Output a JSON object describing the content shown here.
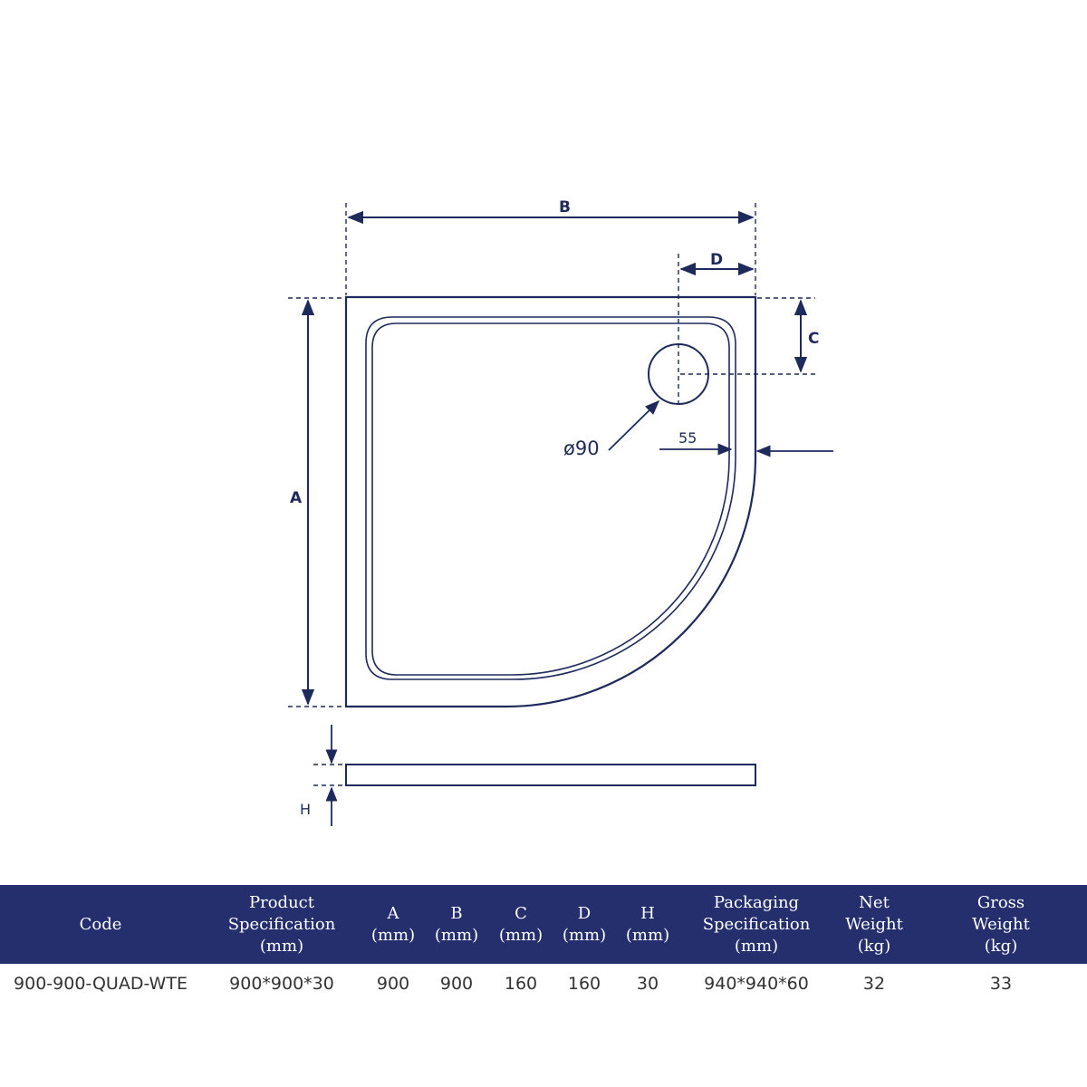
{
  "drawing": {
    "labels": {
      "b": "B",
      "d": "D",
      "c": "C",
      "a": "A",
      "h": "H",
      "waste_diameter": "ø90",
      "offset": "55"
    }
  },
  "table": {
    "headers": [
      [
        "Code"
      ],
      [
        "Product",
        "Specification",
        "(mm)"
      ],
      [
        "A",
        "(mm)"
      ],
      [
        "B",
        "(mm)"
      ],
      [
        "C",
        "(mm)"
      ],
      [
        "D",
        "(mm)"
      ],
      [
        "H",
        "(mm)"
      ],
      [
        "Packaging",
        "Specification",
        "(mm)"
      ],
      [
        "Net",
        "Weight",
        "(kg)"
      ],
      [
        "Gross",
        "Weight",
        "(kg)"
      ]
    ],
    "rows": [
      [
        "900-900-QUAD-WTE",
        "900*900*30",
        "900",
        "900",
        "160",
        "160",
        "30",
        "940*940*60",
        "32",
        "33"
      ]
    ]
  },
  "colors": {
    "line": "#1f2a5c",
    "header_bg": "#252f6e",
    "header_text": "#ffffff",
    "body_text": "#333333"
  }
}
